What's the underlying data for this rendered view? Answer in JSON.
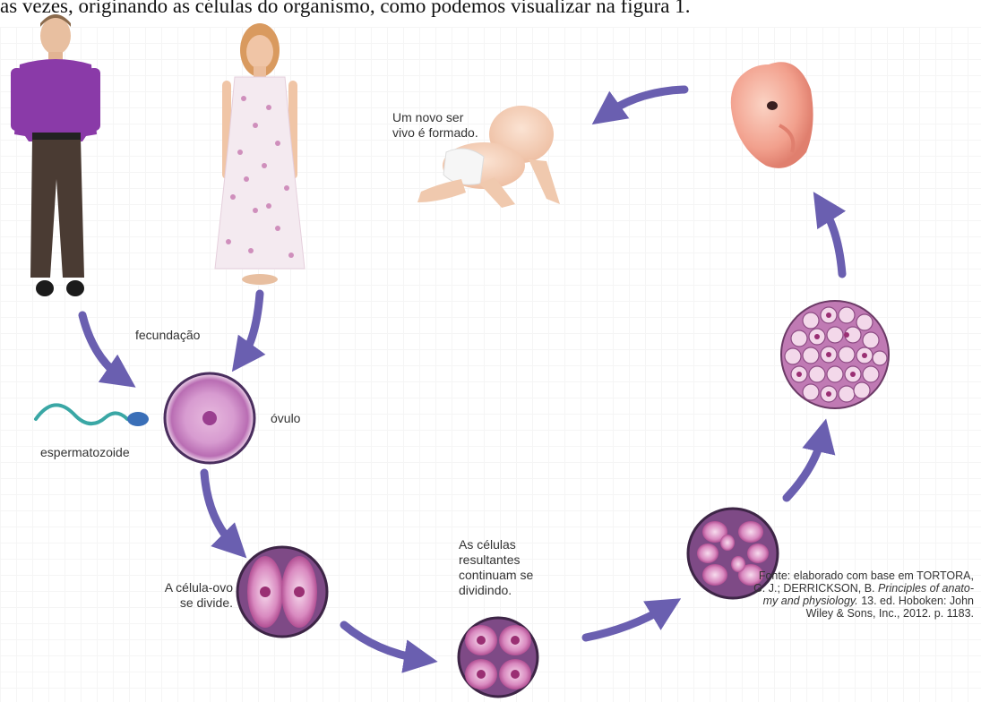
{
  "intro_text": "as vezes, originando as células do organismo, como podemos visualizar na figura 1.",
  "labels": {
    "new_being": [
      "Um novo ser",
      "vivo é formado."
    ],
    "fertilization": "fecundação",
    "egg": "óvulo",
    "sperm": "espermatozoide",
    "zygote_divides": [
      "A célula-ovo",
      "se divide."
    ],
    "cells_continue": [
      "As células",
      "resultantes",
      "continuam se",
      "dividindo."
    ]
  },
  "source": {
    "lines": [
      "Fonte: elaborado com base em TORTORA,",
      "G. J.; DERRICKSON, B."
    ],
    "italic_1": "Principles of anato-",
    "italic_2": "my and physiology.",
    "rest_1": "13. ed. Hoboken: John",
    "rest_2": "Wiley & Sons, Inc., 2012. p. 1183."
  },
  "colors": {
    "arrow": "#6a5fb0",
    "cell_pink": "#c84f9c",
    "cell_light": "#f3d8ea",
    "embryo": "#f2a08d",
    "shirt": "#8a3aa8",
    "pants": "#4a3b33",
    "dress": "#f4eaf0"
  }
}
